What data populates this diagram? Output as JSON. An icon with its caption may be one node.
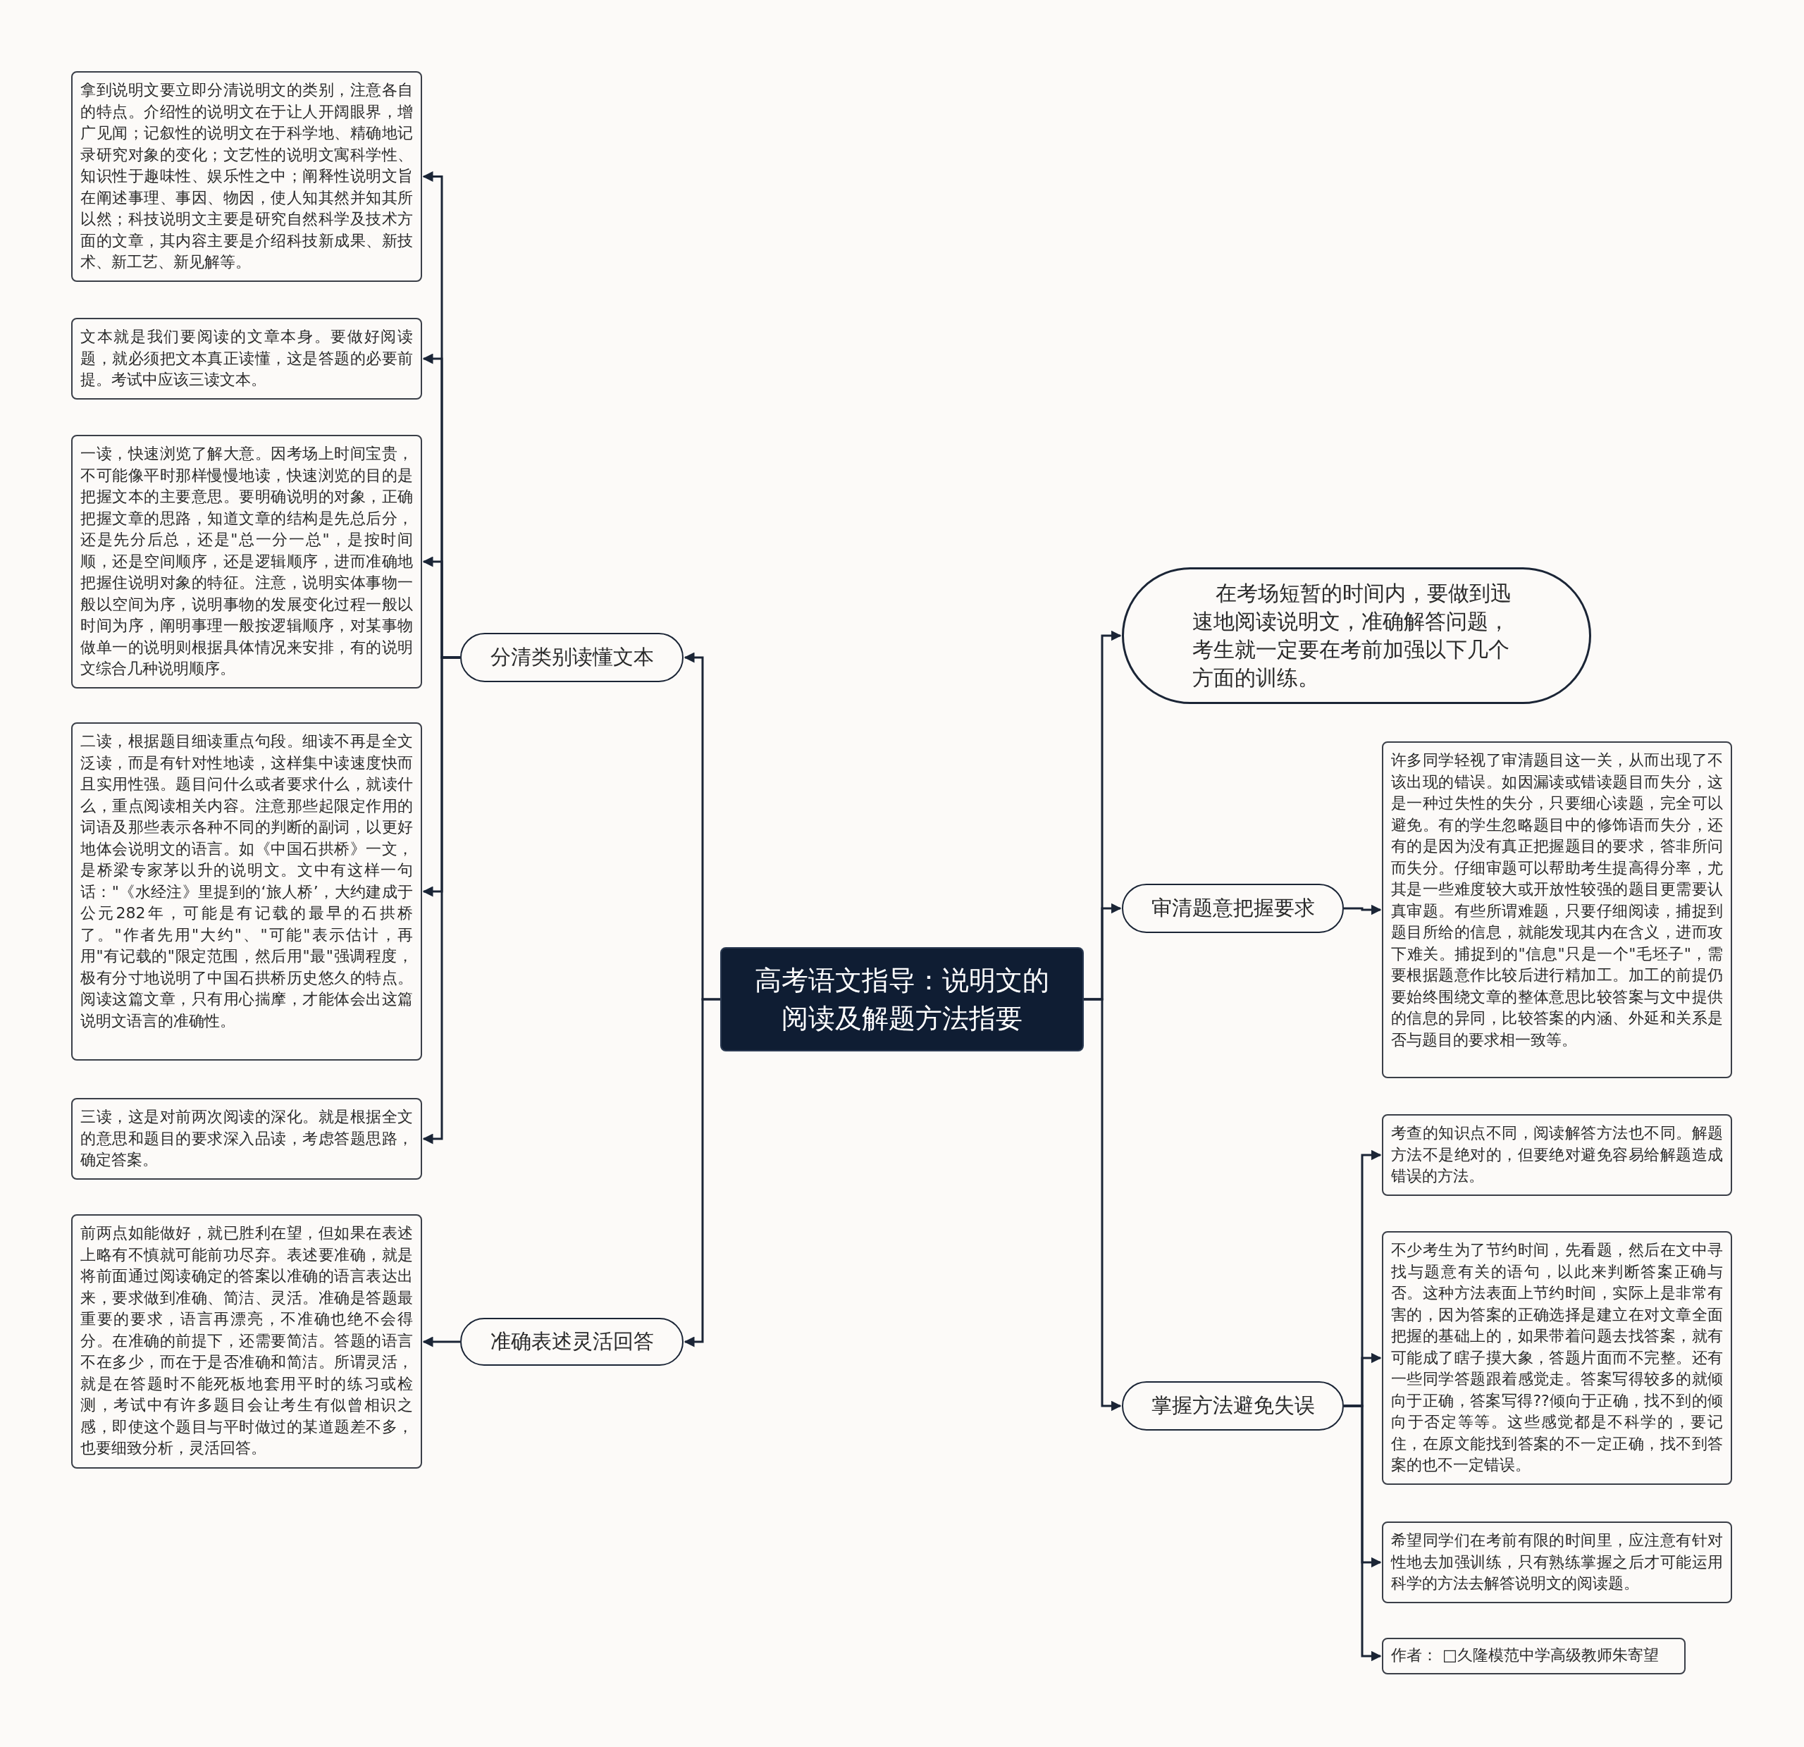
{
  "diagram": {
    "nodes": [
      {
        "text": [
          "高考语文指导：说明文的阅读及解题方法指要"
        ]
      },
      {
        "text": [
          "分清类别读懂文本"
        ]
      },
      {
        "text": [
          "拿到说明文要立即分清说明文的类别，注意各自的特点。介绍性的说明文在于让人开阔眼界，增广见闻；记叙性的说明文在于科学地、精确地记录研究对象的变化；文艺性的说明文寓科学性、知识性于趣味性、娱乐性之中；阐释性说明文旨在阐述事理、事因、物因，使人知其然并知其所以然；科技说明文主要是研究自然科学及技术方面的文章，其内容主要是介绍科技新成果、新技术、新工艺、新见解等。"
        ]
      },
      {
        "text": [
          "文本就是我们要阅读的文章本身。要做好阅读题，就必须把文本真正读懂，这是答题的必要前提。考试中应该三读文本。"
        ]
      },
      {
        "text": [
          "一读，快速浏览了解大意。因考场上时间宝贵，不可能像平时那样慢慢地读，快速浏览的目的是把握文本的主要意思。要明确说明的对象，正确把握文章的思路，知道文章的结构是先总后分，还是先分后总，还是\"总一分一总\"，是按时间顺，还是空间顺序，还是逻辑顺序，进而准确地把握住说明对象的特征。注意，说明实体事物一般以空间为序，说明事物的发展变化过程一般以时间为序，阐明事理一般按逻辑顺序，对某事物做单一的说明则根据具体情况来安排，有的说明文综合几种说明顺序。"
        ]
      },
      {
        "text": [
          "二读，根据题目细读重点句段。细读不再是全文泛读，而是有针对性地读，这样集中读速度快而且实用性强。题目问什么或者要求什么，就读什么，重点阅读相关内容。注意那些起限定作用的词语及那些表示各种不同的判断的副词，以更好地体会说明文的语言。如《中国石拱桥》一文，是桥梁专家茅以升的说明文。文中有这样一句话：\"《水经注》里提到的‘旅人桥’，大约建成于公元282年，可能是有记载的最早的石拱桥了。\"作者先用\"大约\"、\"可能\"表示估计，再用\"有记载的\"限定范围，然后用\"最\"强调程度，极有分寸地说明了中国石拱桥历史悠久的特点。阅读这篇文章，只有用心揣摩，才能体会出这篇说明文语言的准确性。"
        ]
      },
      {
        "text": [
          "三读，这是对前两次阅读的深化。就是根据全文的意思和题目的要求深入品读，考虑答题思路，确定答案。"
        ]
      },
      {
        "text": [
          "准确表述灵活回答"
        ]
      },
      {
        "text": [
          "前两点如能做好，就已胜利在望，但如果在表述上略有不慎就可能前功尽弃。表述要准确，就是将前面通过阅读确定的答案以准确的语言表达出来，要求做到准确、简洁、灵活。准确是答题最重要的要求，语言再漂亮，不准确也绝不会得分。在准确的前提下，还需要简洁。答题的语言不在多少，而在于是否准确和简洁。所谓灵活，就是在答题时不能死板地套用平时的练习或检测，考试中有许多题目会让考生有似曾相识之感，即使这个题目与平时做过的某道题差不多，也要细致分析，灵活回答。"
        ]
      },
      {
        "text": [
          "在考场短暂的时间内，要做到迅速地阅读说明文，准确解答问题，考生就一定要在考前加强以下几个方面的训练。"
        ]
      },
      {
        "text": [
          "审清题意把握要求"
        ]
      },
      {
        "text": [
          "许多同学轻视了审清题目这一关，从而出现了不该出现的错误。如因漏读或错读题目而失分，这是一种过失性的失分，只要细心读题，完全可以避免。有的学生忽略题目中的修饰语而失分，还有的是因为没有真正把握题目的要求，答非所问而失分。仔细审题可以帮助考生提高得分率，尤其是一些难度较大或开放性较强的题目更需要认真审题。有些所谓难题，只要仔细阅读，捕捉到题目所给的信息，就能发现其内在含义，进而攻下难关。捕捉到的\"信息\"只是一个\"毛坯子\"，需要根据题意作比较后进行精加工。加工的前提仍要始终围绕文章的整体意思比较答案与文中提供的信息的异同，比较答案的内涵、外延和关系是否与题目的要求相一致等。"
        ]
      },
      {
        "text": [
          "掌握方法避免失误"
        ]
      },
      {
        "text": [
          "考查的知识点不同，阅读解答方法也不同。解题方法不是绝对的，但要绝对避免容易给解题造成错误的方法。"
        ]
      },
      {
        "text": [
          "不少考生为了节约时间，先看题，然后在文中寻找与题意有关的语句，以此来判断答案正确与否。这种方法表面上节约时间，实际上是非常有害的，因为答案的正确选择是建立在对文章全面把握的基础上的，如果带着问题去找答案，就有可能成了瞎子摸大象，答题片面而不完整。还有一些同学答题跟着感觉走。答案写得较多的就倾向于正确，答案写得??倾向于正确，找不到的倾向于否定等等。这些感觉都是不科学的，要记住，在原文能找到答案的不一定正确，找不到答案的也不一定错误。"
        ]
      },
      {
        "text": [
          "希望同学们在考前有限的时间里，应注意有针对性地去加强训练，只有熟练掌握之后才可能运用科学的方法去解答说明文的阅读题。"
        ]
      },
      {
        "text": [
          "作者： □久隆模范中学高级教师朱寄望"
        ]
      }
    ],
    "edges": [
      {
        "from": 0,
        "to": 1,
        "arrow": "to"
      },
      {
        "from": 1,
        "to": 2,
        "arrow": "to"
      },
      {
        "from": 1,
        "to": 3,
        "arrow": "to"
      },
      {
        "from": 1,
        "to": 4,
        "arrow": "to"
      },
      {
        "from": 1,
        "to": 5,
        "arrow": "to"
      },
      {
        "from": 1,
        "to": 6,
        "arrow": "to"
      },
      {
        "from": 0,
        "to": 7,
        "arrow": "to"
      },
      {
        "from": 7,
        "to": 8,
        "arrow": "to"
      },
      {
        "from": 0,
        "to": 9,
        "arrow": "to"
      },
      {
        "from": 0,
        "to": 10,
        "arrow": "to"
      },
      {
        "from": 10,
        "to": 11,
        "arrow": "to"
      },
      {
        "from": 0,
        "to": 12,
        "arrow": "to"
      },
      {
        "from": 12,
        "to": 13,
        "arrow": "to"
      },
      {
        "from": 12,
        "to": 14,
        "arrow": "to"
      },
      {
        "from": 12,
        "to": 15,
        "arrow": "to"
      },
      {
        "from": 12,
        "to": 16,
        "arrow": "to"
      }
    ]
  }
}
